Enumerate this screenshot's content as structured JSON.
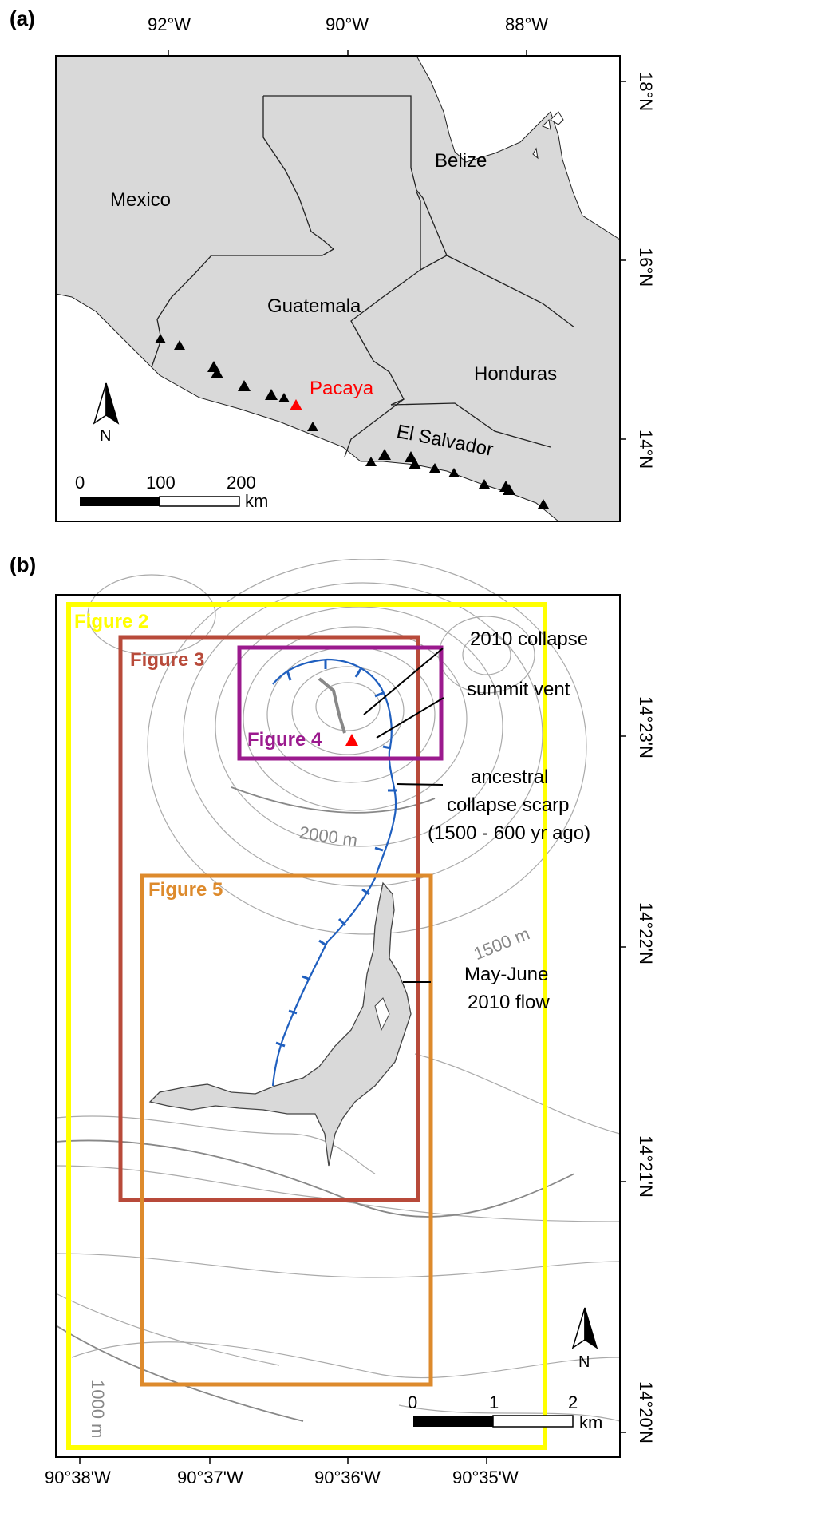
{
  "panel_a": {
    "label": "(a)",
    "lon_ticks": [
      "92°W",
      "90°W",
      "88°W"
    ],
    "lat_ticks": [
      "18°N",
      "16°N",
      "14°N"
    ],
    "countries": [
      "Mexico",
      "Belize",
      "Guatemala",
      "Honduras",
      "El Salvador"
    ],
    "volcano_label": "Pacaya",
    "north_label": "N",
    "scale": {
      "ticks": [
        "0",
        "100",
        "200"
      ],
      "unit": "km"
    },
    "colors": {
      "land": "#d9d9d9",
      "pacaya": "#ff0000",
      "volcano": "#000000"
    }
  },
  "panel_b": {
    "label": "(b)",
    "lon_ticks": [
      "90°38'W",
      "90°37'W",
      "90°36'W",
      "90°35'W"
    ],
    "lat_ticks": [
      "14°23'N",
      "14°22'N",
      "14°21'N",
      "14°20'N"
    ],
    "figure_boxes": [
      {
        "label": "Figure 2",
        "color": "#ffff00"
      },
      {
        "label": "Figure 3",
        "color": "#b84a3a"
      },
      {
        "label": "Figure 4",
        "color": "#9b1a8e"
      },
      {
        "label": "Figure 5",
        "color": "#dd8a2c"
      }
    ],
    "annotations": [
      "2010 collapse",
      "summit vent",
      "ancestral",
      "collapse scarp",
      "(1500 - 600 yr ago)",
      "May-June",
      "2010 flow"
    ],
    "contour_labels": [
      "2000 m",
      "1500 m",
      "1000 m"
    ],
    "north_label": "N",
    "scale": {
      "ticks": [
        "0",
        "1",
        "2"
      ],
      "unit": "km"
    },
    "colors": {
      "scarp": "#1f5fbf",
      "flow": "#d9d9d9",
      "contour": "#aaaaaa",
      "vent": "#ff0000"
    }
  }
}
